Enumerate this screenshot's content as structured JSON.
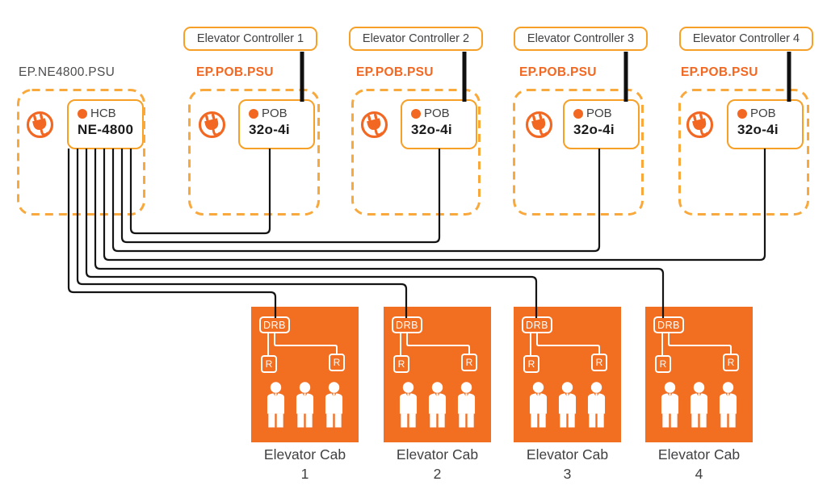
{
  "colors": {
    "accent_orange": "#F26822",
    "cab_orange": "#F26E21",
    "box_border_orange": "#F6A028",
    "dashed_border_orange": "#F9A93C",
    "wire_black": "#141414",
    "text_dark": "#414042",
    "text_gray": "#4D4D4F",
    "model_black": "#1A1A1A"
  },
  "controllers": [
    {
      "label": "Elevator Controller 1"
    },
    {
      "label": "Elevator Controller 2"
    },
    {
      "label": "Elevator Controller 3"
    },
    {
      "label": "Elevator Controller 4"
    }
  ],
  "psu_groups": [
    {
      "label": "EP.NE4800.PSU",
      "badge": "HCB",
      "model": "NE-4800",
      "icon": "power-plug-icon"
    },
    {
      "label": "EP.POB.PSU",
      "badge": "POB",
      "model": "32o-4i",
      "icon": "power-plug-icon"
    },
    {
      "label": "EP.POB.PSU",
      "badge": "POB",
      "model": "32o-4i",
      "icon": "power-plug-icon"
    },
    {
      "label": "EP.POB.PSU",
      "badge": "POB",
      "model": "32o-4i",
      "icon": "power-plug-icon"
    },
    {
      "label": "EP.POB.PSU",
      "badge": "POB",
      "model": "32o-4i",
      "icon": "power-plug-icon"
    }
  ],
  "cabs": [
    {
      "board": "DRB",
      "relay_left": "R",
      "relay_right": "R",
      "label": "Elevator Cab",
      "number": "1",
      "occupants": 3
    },
    {
      "board": "DRB",
      "relay_left": "R",
      "relay_right": "R",
      "label": "Elevator Cab",
      "number": "2",
      "occupants": 3
    },
    {
      "board": "DRB",
      "relay_left": "R",
      "relay_right": "R",
      "label": "Elevator Cab",
      "number": "3",
      "occupants": 3
    },
    {
      "board": "DRB",
      "relay_left": "R",
      "relay_right": "R",
      "label": "Elevator Cab",
      "number": "4",
      "occupants": 3
    }
  ]
}
